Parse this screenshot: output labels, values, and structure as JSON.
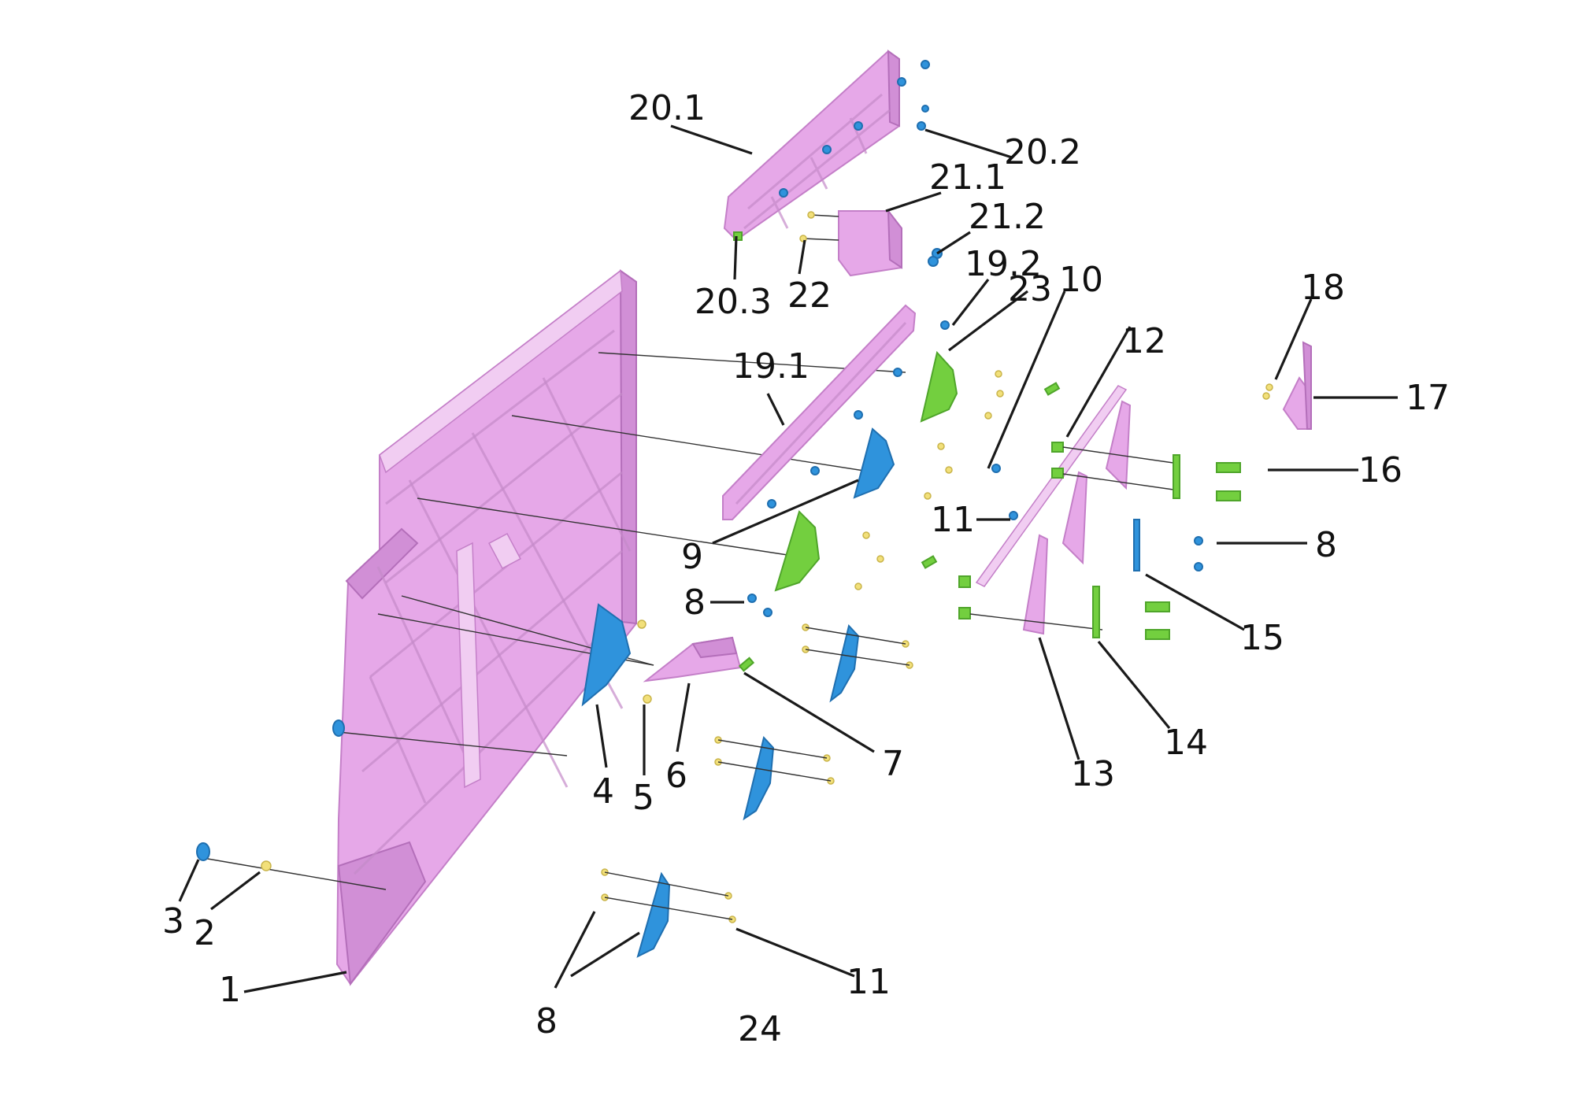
{
  "callouts": [
    {
      "id": "c1",
      "text": "1"
    },
    {
      "id": "c2",
      "text": "2"
    },
    {
      "id": "c3",
      "text": "3"
    },
    {
      "id": "c4",
      "text": "4"
    },
    {
      "id": "c5",
      "text": "5"
    },
    {
      "id": "c6",
      "text": "6"
    },
    {
      "id": "c7",
      "text": "7"
    },
    {
      "id": "c8a",
      "text": "8"
    },
    {
      "id": "c8b",
      "text": "8"
    },
    {
      "id": "c8c",
      "text": "8"
    },
    {
      "id": "c9",
      "text": "9"
    },
    {
      "id": "c10",
      "text": "10"
    },
    {
      "id": "c11a",
      "text": "11"
    },
    {
      "id": "c11b",
      "text": "11"
    },
    {
      "id": "c12",
      "text": "12"
    },
    {
      "id": "c13",
      "text": "13"
    },
    {
      "id": "c14",
      "text": "14"
    },
    {
      "id": "c15",
      "text": "15"
    },
    {
      "id": "c16",
      "text": "16"
    },
    {
      "id": "c17",
      "text": "17"
    },
    {
      "id": "c18",
      "text": "18"
    },
    {
      "id": "c19_1",
      "text": "19.1"
    },
    {
      "id": "c19_2",
      "text": "19.2"
    },
    {
      "id": "c20_1",
      "text": "20.1"
    },
    {
      "id": "c20_2",
      "text": "20.2"
    },
    {
      "id": "c20_3",
      "text": "20.3"
    },
    {
      "id": "c21_1",
      "text": "21.1"
    },
    {
      "id": "c21_2",
      "text": "21.2"
    },
    {
      "id": "c22",
      "text": "22"
    },
    {
      "id": "c23",
      "text": "23"
    },
    {
      "id": "c24",
      "text": "24"
    }
  ],
  "colors": {
    "trim_panel": "#e6a8e8",
    "clip_blue": "#2f93dc",
    "clip_green": "#73cf3f",
    "screw_yellow": "#f2e07a"
  }
}
